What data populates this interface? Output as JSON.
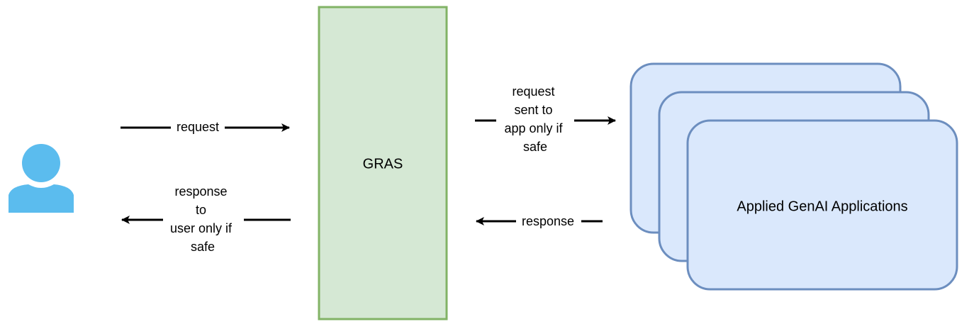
{
  "nodes": {
    "user": {
      "icon": "user-icon"
    },
    "gras": {
      "label": "GRAS"
    },
    "apps": {
      "label": "Applied GenAI Applications"
    }
  },
  "edges": {
    "user_to_gras": {
      "label": "request"
    },
    "gras_to_user": {
      "label_lines": [
        "response",
        "to",
        "user only if",
        "safe"
      ]
    },
    "gras_to_app": {
      "label_lines": [
        "request",
        "sent to",
        "app only if",
        "safe"
      ]
    },
    "app_to_gras": {
      "label": "response"
    }
  },
  "colors": {
    "user_icon": "#5bbcee",
    "gras_fill": "#d5e8d4",
    "gras_stroke": "#82b366",
    "app_fill": "#dae8fc",
    "app_stroke": "#6c8ebf",
    "edge": "#000000",
    "background": "#ffffff"
  }
}
